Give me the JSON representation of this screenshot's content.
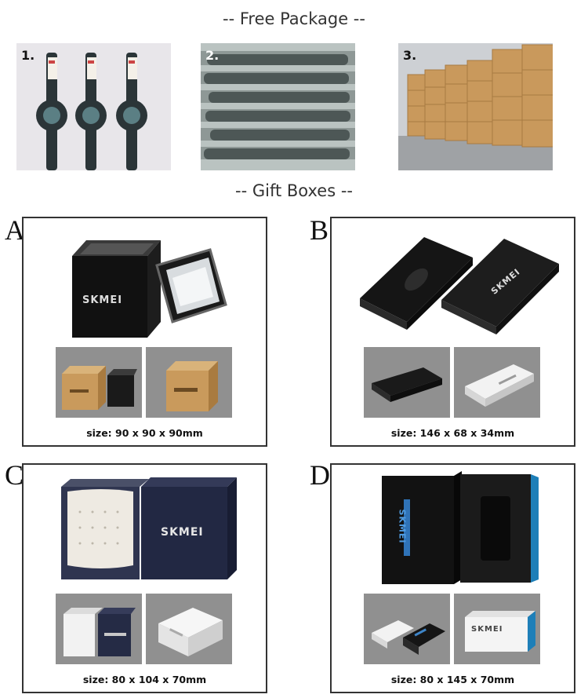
{
  "free_package": {
    "title": "-- Free Package --",
    "photos": [
      {
        "num": "1."
      },
      {
        "num": "2."
      },
      {
        "num": "3."
      }
    ]
  },
  "gift_boxes": {
    "title": "-- Gift Boxes --",
    "brand": "SKMEI",
    "boxes": [
      {
        "letter": "A",
        "size": "size: 90 x 90 x 90mm"
      },
      {
        "letter": "B",
        "size": "size: 146 x 68 x 34mm"
      },
      {
        "letter": "C",
        "size": "size: 80 x 104 x 70mm"
      },
      {
        "letter": "D",
        "size": "size: 80 x 145 x 70mm"
      }
    ]
  }
}
